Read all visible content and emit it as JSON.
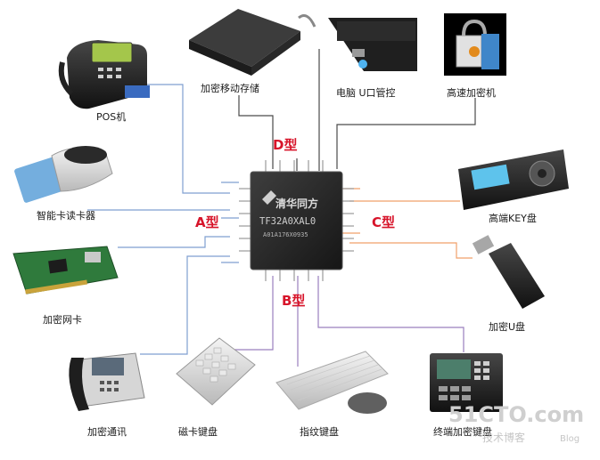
{
  "chip": {
    "brand": "清华同方",
    "model": "TF32A0XAL0",
    "code": "A01A176X0935"
  },
  "types": {
    "a": "A型",
    "b": "B型",
    "c": "C型",
    "d": "D型"
  },
  "devices": {
    "pos": "POS机",
    "card_reader": "智能卡读卡器",
    "network_card": "加密网卡",
    "phone": "加密通讯",
    "magnetic_keyboard": "磁卡键盘",
    "fingerprint_keyboard": "指纹键盘",
    "terminal_keyboard": "终端加密键盘",
    "usb_drive": "加密U盘",
    "key_drive": "高端KEY盘",
    "storage": "加密移动存储",
    "pc_usb": "电脑 U口管控",
    "encryptor": "高速加密机"
  },
  "watermark": {
    "site": "51CTO.com",
    "tagline": "技术博客",
    "blog": "Blog"
  },
  "colors": {
    "a_lines": "#7f9fd0",
    "b_lines": "#9a7fbe",
    "c_lines": "#f0a06a",
    "d_lines": "#4a4a4a",
    "type_label": "#d7142a"
  }
}
